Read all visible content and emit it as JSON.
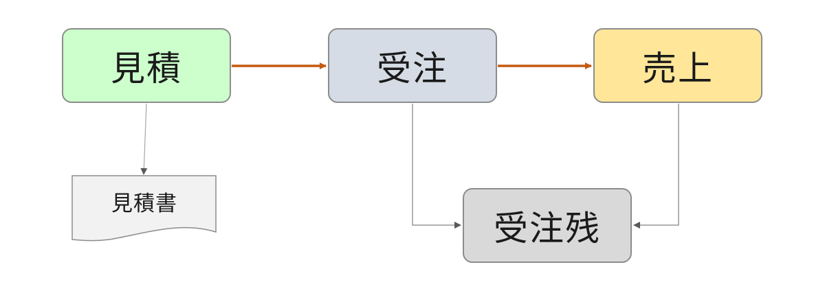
{
  "nodes": {
    "estimate": "見積",
    "order": "受注",
    "sales": "売上",
    "backlog": "受注残"
  },
  "document": {
    "label": "見積書"
  },
  "colors": {
    "estimate_fill": "#ccffcc",
    "order_fill": "#d6dce5",
    "sales_fill": "#ffe699",
    "backlog_fill": "#d9d9d9",
    "document_fill": "#f2f2f2",
    "main_arrow": "#c55a11",
    "sub_arrow": "#808080"
  }
}
